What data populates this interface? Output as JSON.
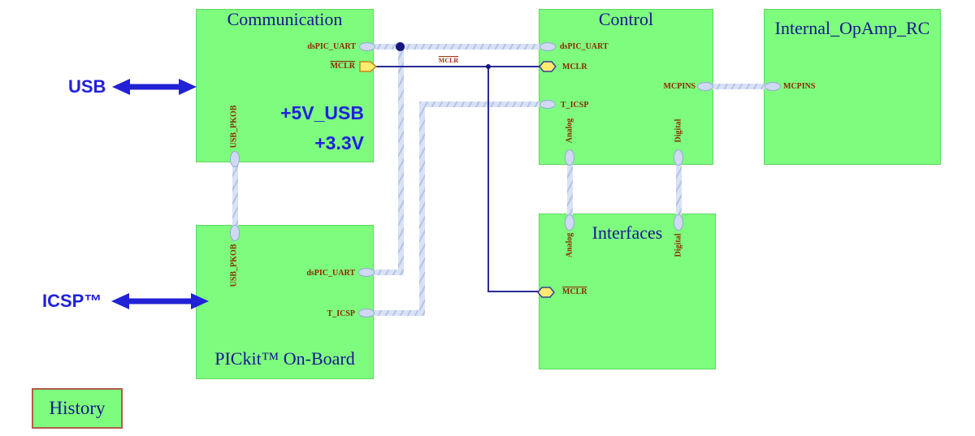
{
  "blocks": {
    "communication": {
      "title": "Communication",
      "ports": {
        "dspic_uart": "dsPIC_UART",
        "mclr": "MCLR",
        "usb_pkob": "USB_PKOB"
      },
      "voltage_labels": {
        "v5": "+5V_USB",
        "v33": "+3.3V"
      }
    },
    "pickit": {
      "title": "PICkit™ On-Board",
      "ports": {
        "usb_pkob": "USB_PKOB",
        "dspic_uart": "dsPIC_UART",
        "t_icsp": "T_ICSP"
      }
    },
    "control": {
      "title": "Control",
      "ports": {
        "dspic_uart": "dsPIC_UART",
        "mclr": "MCLR",
        "t_icsp": "T_ICSP",
        "mcpins": "MCPINS",
        "analog": "Analog",
        "digital": "Digital"
      }
    },
    "interfaces": {
      "title": "Interfaces",
      "ports": {
        "analog": "Analog",
        "digital": "Digital",
        "mclr": "MCLR"
      }
    },
    "internal_opamp_rc": {
      "title": "Internal_OpAmp_RC",
      "ports": {
        "mcpins": "MCPINS"
      }
    }
  },
  "externals": {
    "usb": "USB",
    "icsp": "ICSP™"
  },
  "net_labels": {
    "mclr": "MCLR"
  },
  "history": {
    "label": "History"
  },
  "colors": {
    "block_fill": "#7efc7e",
    "block_border": "#5fd85f",
    "title_text": "#17178c",
    "port_label_text": "#8b2800",
    "bus_fill": "#d2dcf2",
    "wire": "#2b2b96",
    "port_fill": "#cfdaf2",
    "mclr_port_fill": "#ffeb70",
    "accent_blue": "#2121dd"
  }
}
